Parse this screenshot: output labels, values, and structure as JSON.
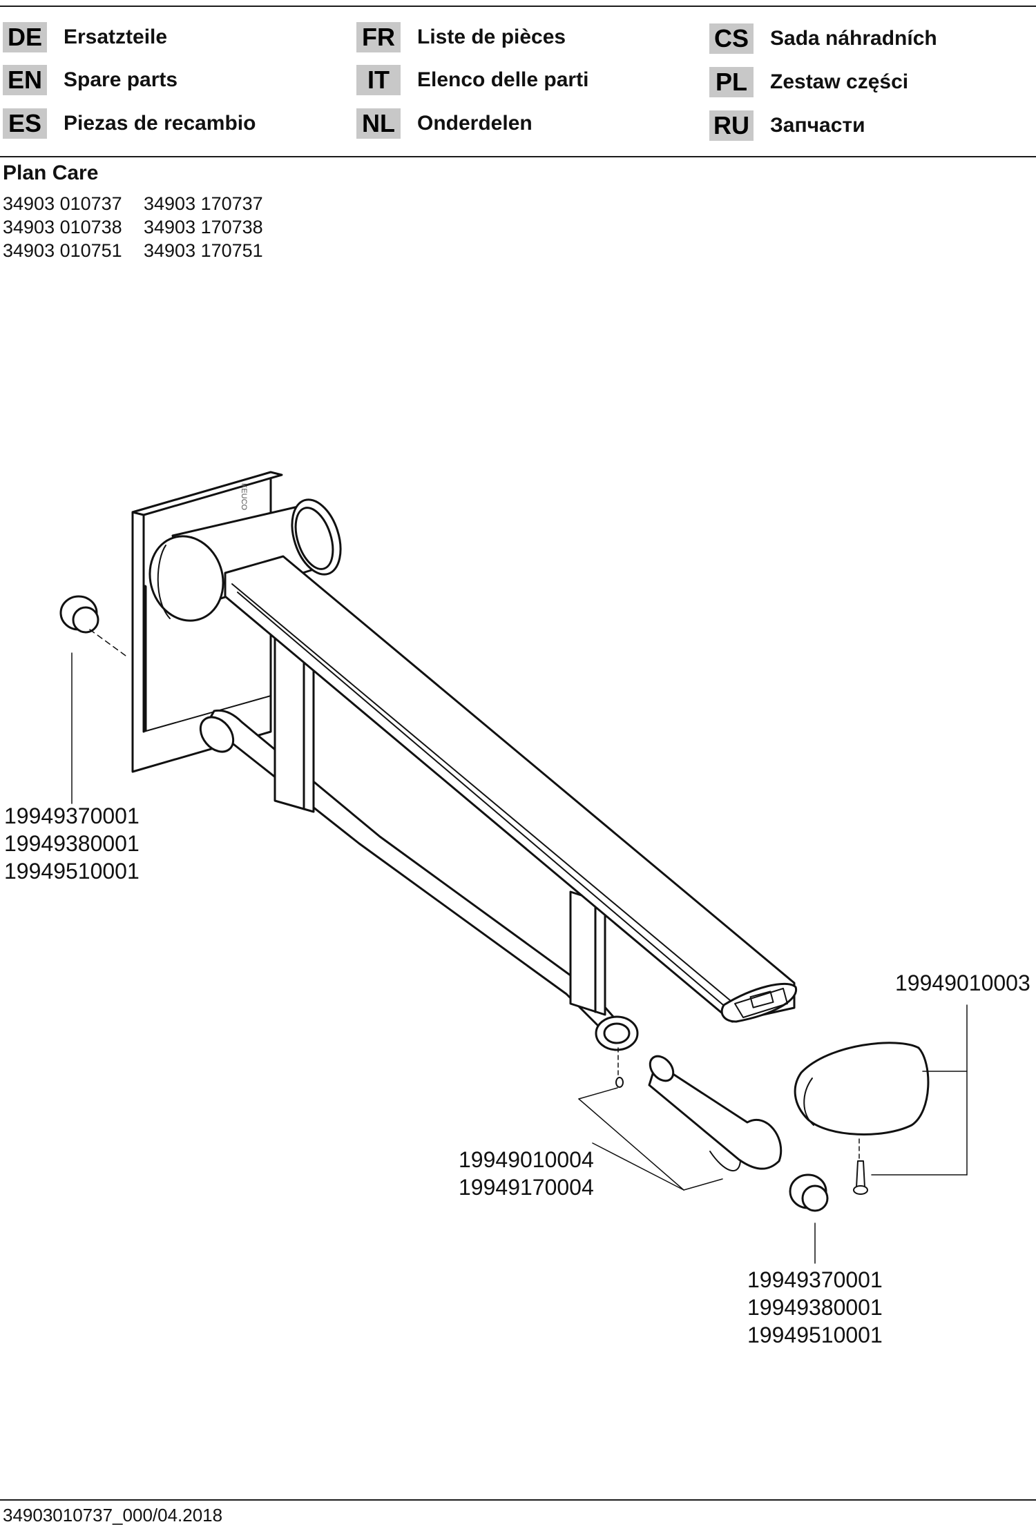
{
  "languages": [
    {
      "code": "DE",
      "label": "Ersatzteile"
    },
    {
      "code": "EN",
      "label": "Spare parts"
    },
    {
      "code": "ES",
      "label": "Piezas de recambio"
    },
    {
      "code": "FR",
      "label": "Liste de pièces"
    },
    {
      "code": "IT",
      "label": "Elenco delle parti"
    },
    {
      "code": "NL",
      "label": "Onderdelen"
    },
    {
      "code": "CS",
      "label": "Sada náhradních"
    },
    {
      "code": "PL",
      "label": "Zestaw części"
    },
    {
      "code": "RU",
      "label": "Запчасти"
    }
  ],
  "product": {
    "name": "Plan Care",
    "models": [
      [
        "34903 010737",
        "34903 170737"
      ],
      [
        "34903 010738",
        "34903 170738"
      ],
      [
        "34903 010751",
        "34903 170751"
      ]
    ]
  },
  "diagram": {
    "brand_mark": "KEUCO",
    "part_numbers": {
      "cap_left": [
        "19949370001",
        "19949380001",
        "19949510001"
      ],
      "end_cap": [
        "19949010003"
      ],
      "axle": [
        "19949010004",
        "19949170004"
      ],
      "cap_bottom": [
        "19949370001",
        "19949380001",
        "19949510001"
      ]
    }
  },
  "footer": {
    "document_id": "34903010737_000/04.2018"
  }
}
